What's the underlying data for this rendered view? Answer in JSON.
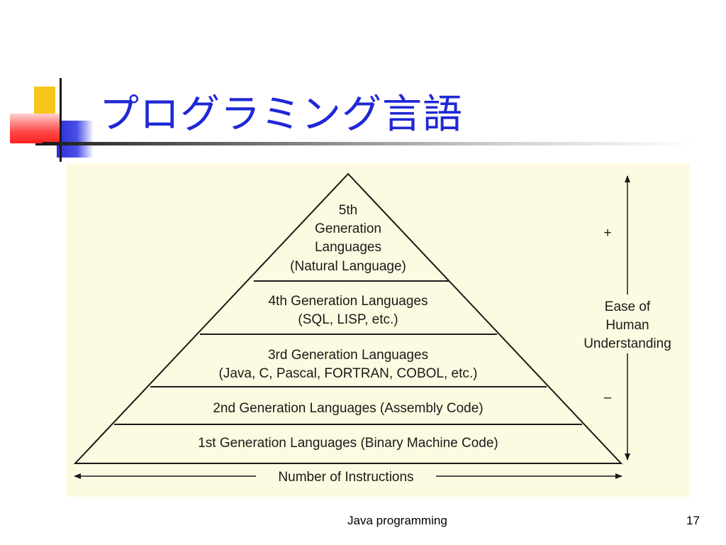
{
  "slide": {
    "title": "プログラミング言語",
    "footer": "Java programming",
    "page_number": "17"
  },
  "pyramid": {
    "levels": [
      {
        "lines": [
          "5th",
          "Generation",
          "Languages",
          "(Natural Language)"
        ]
      },
      {
        "lines": [
          "4th Generation Languages",
          "(SQL, LISP, etc.)"
        ]
      },
      {
        "lines": [
          "3rd Generation Languages",
          "(Java, C, Pascal, FORTRAN, COBOL, etc.)"
        ]
      },
      {
        "lines": [
          "2nd Generation Languages (Assembly Code)"
        ]
      },
      {
        "lines": [
          "1st Generation Languages (Binary Machine Code)"
        ]
      }
    ],
    "vertical_axis": {
      "plus": "+",
      "minus": "–",
      "label_lines": [
        "Ease of",
        "Human",
        "Understanding"
      ]
    },
    "horizontal_axis": {
      "label": "Number of Instructions"
    }
  },
  "colors": {
    "title": "#1f28d6",
    "figure_background": "#fcfae0",
    "ornament_yellow": "#f7c61a",
    "ornament_blue": "#2b2fd6",
    "ornament_red": "#ff2020"
  }
}
